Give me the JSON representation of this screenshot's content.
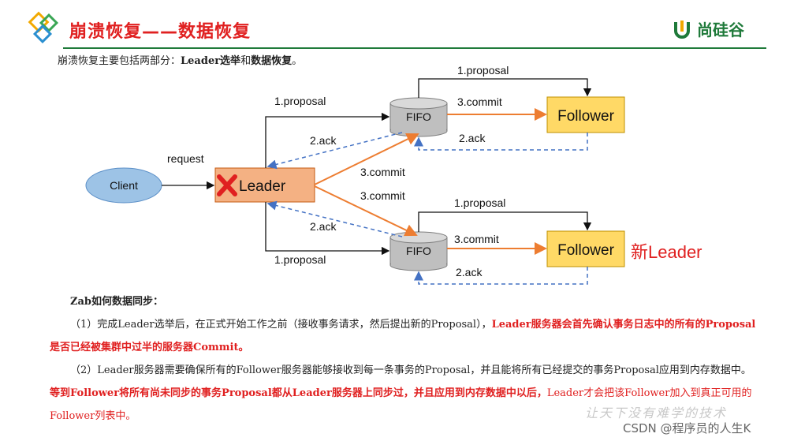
{
  "header": {
    "title": "崩溃恢复——数据恢复",
    "brand": "尚硅谷"
  },
  "intro": {
    "prefix": "崩溃恢复主要包括两部分：",
    "part1": "Leader选举",
    "conj": "和",
    "part2": "数据恢复",
    "suffix": "。"
  },
  "diagram": {
    "client": "Client",
    "request": "request",
    "leader": "Leader",
    "fifo": "FIFO",
    "follower": "Follower",
    "proposal": "1.proposal",
    "ack": "2.ack",
    "commit": "3.commit",
    "new_leader": "新Leader"
  },
  "sync": {
    "heading": "Zab如何数据同步：",
    "p1_normal": "（1）完成Leader选举后，在正式开始工作之前（接收事务请求，然后提出新的Proposal），",
    "p1_red": "Leader服务器会首先确认事务日志中的所有的Proposal 是否已经被集群中过半的服务器Commit。",
    "p2_normal": "（2）Leader服务器需要确保所有的Follower服务器能够接收到每一条事务的Proposal，并且能将所有已经提交的事务Proposal应用到内存数据中。",
    "p2_red": "等到Follower将所有尚未同步的事务Proposal都从Leader服务器上同步过，并且应用到内存数据中以后，",
    "p2_tail": "Leader才会把该Follower加入到真正可用的Follower列表中。"
  },
  "watermark": {
    "line1": "让天下没有难学的技术",
    "line2": "CSDN @程序员的人生K"
  },
  "colors": {
    "title_red": "#e02020",
    "brand_green": "#1f7a3a",
    "client_fill": "#9dc3e6",
    "leader_fill": "#f4b183",
    "follower_fill": "#ffd966",
    "commit_orange": "#ed7d31",
    "ack_blue": "#4472c4"
  }
}
